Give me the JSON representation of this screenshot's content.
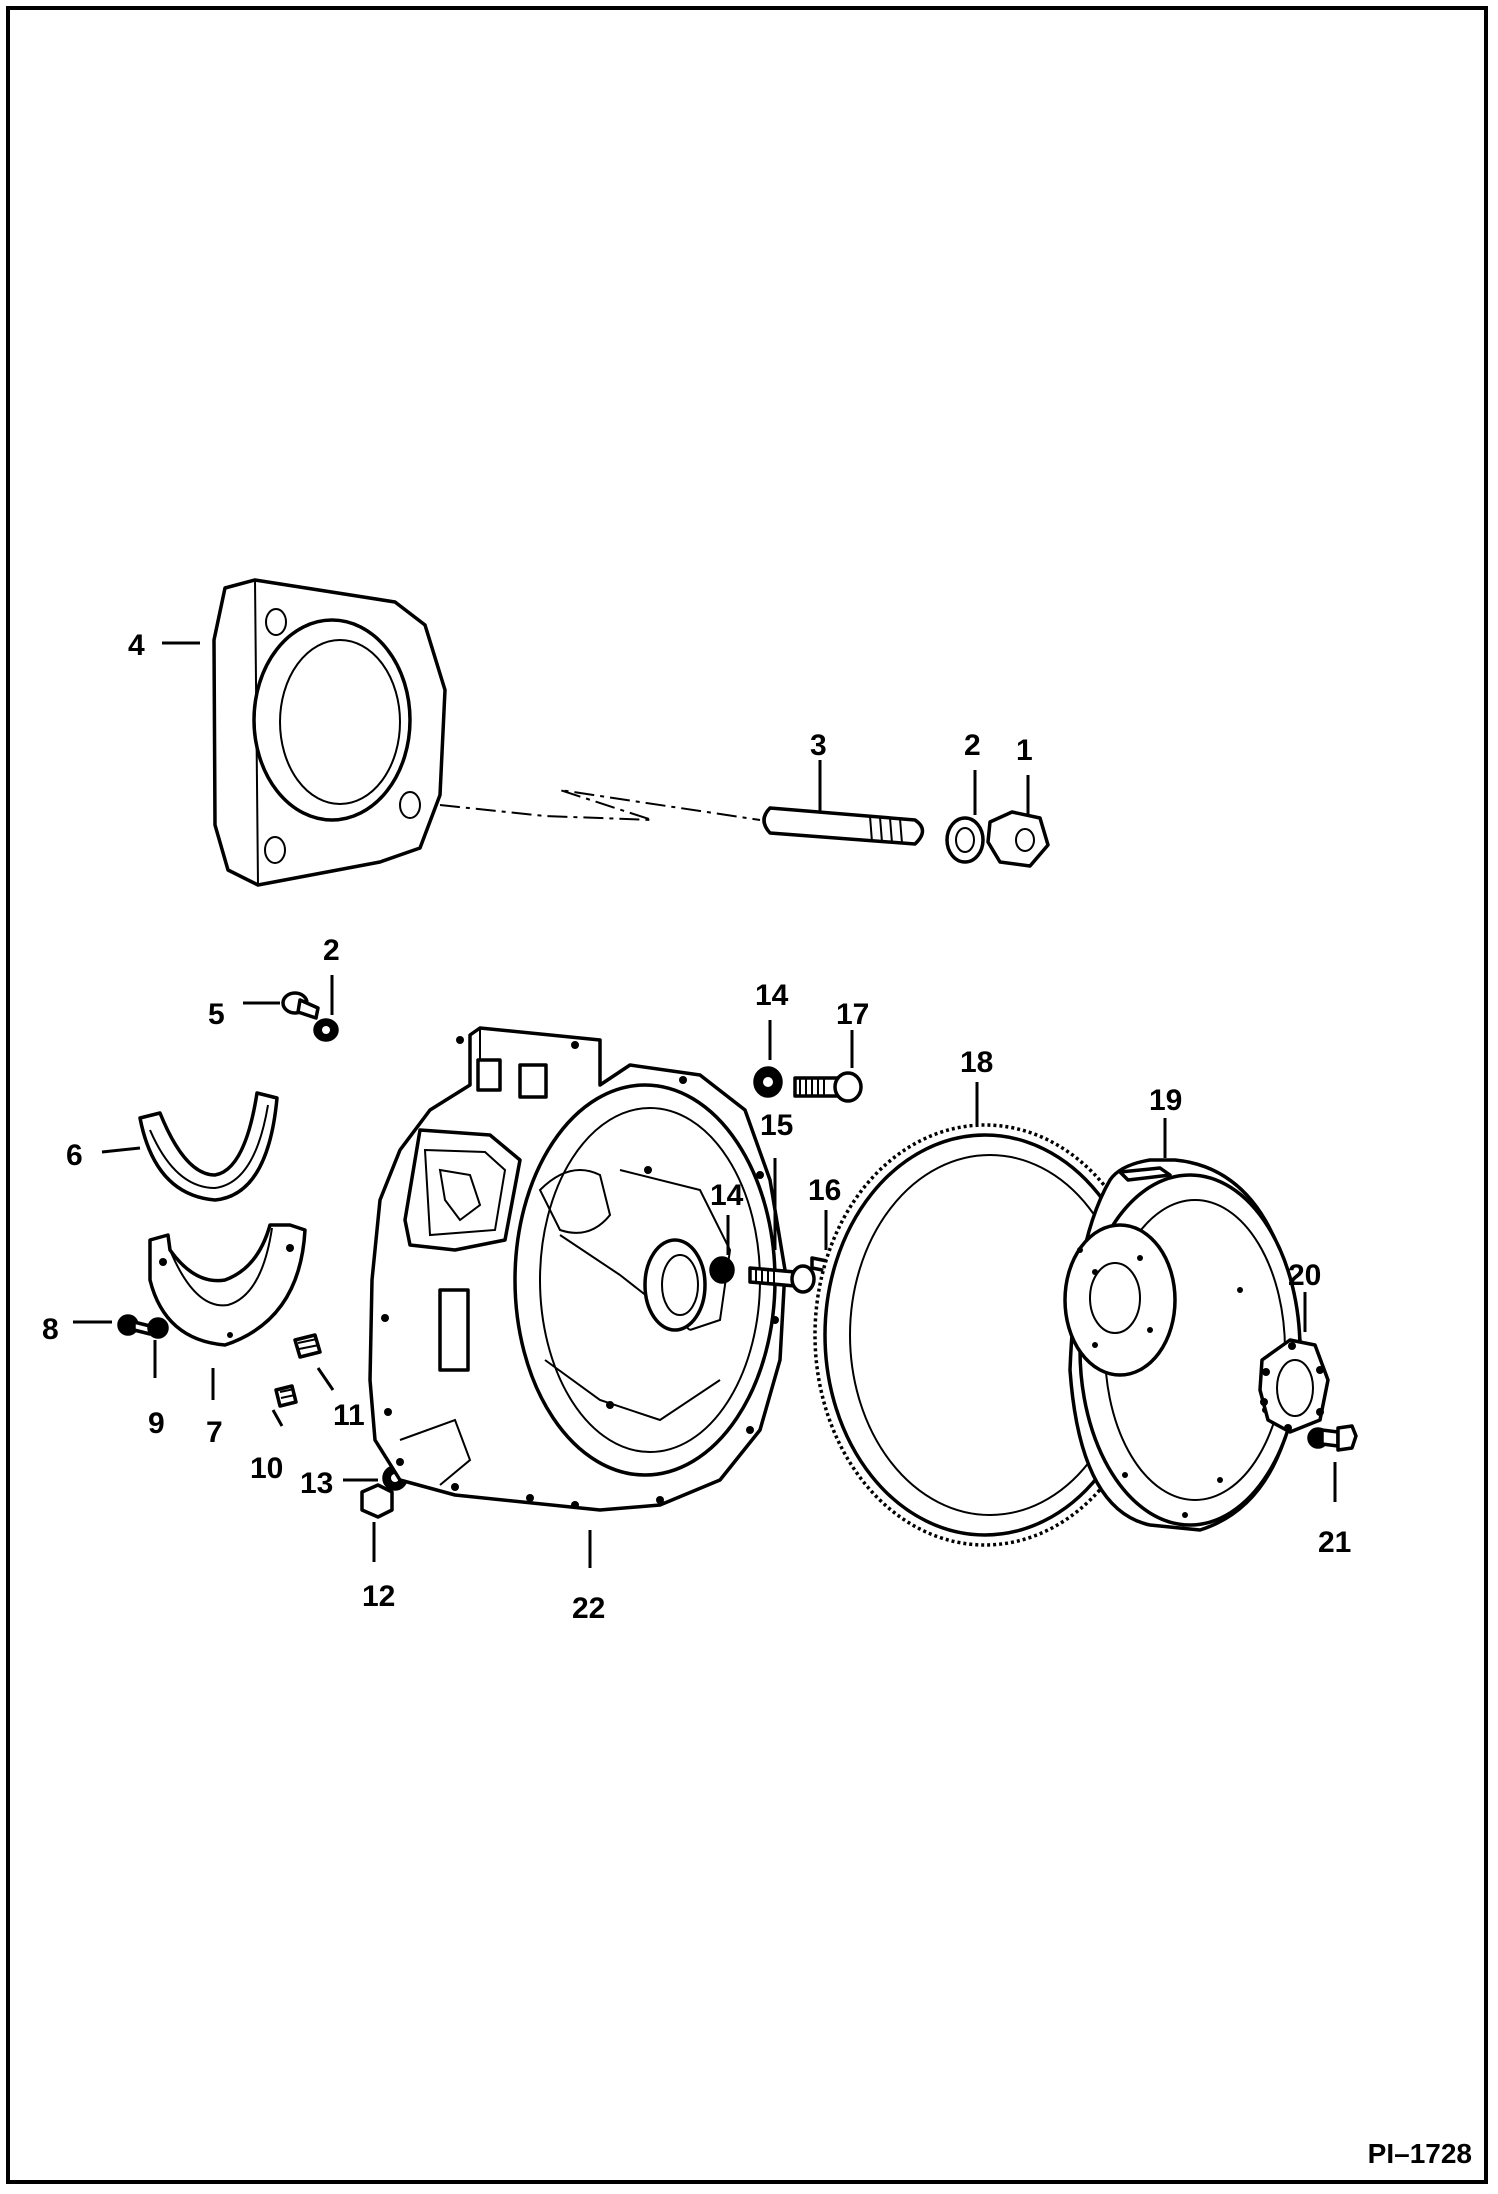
{
  "figure_ref": "PI–1728",
  "callouts": [
    {
      "id": "c1",
      "text": "1"
    },
    {
      "id": "c2a",
      "text": "2"
    },
    {
      "id": "c3",
      "text": "3"
    },
    {
      "id": "c4",
      "text": "4"
    },
    {
      "id": "c2b",
      "text": "2"
    },
    {
      "id": "c5",
      "text": "5"
    },
    {
      "id": "c6",
      "text": "6"
    },
    {
      "id": "c7",
      "text": "7"
    },
    {
      "id": "c8",
      "text": "8"
    },
    {
      "id": "c9",
      "text": "9"
    },
    {
      "id": "c10",
      "text": "10"
    },
    {
      "id": "c11",
      "text": "11"
    },
    {
      "id": "c12",
      "text": "12"
    },
    {
      "id": "c13",
      "text": "13"
    },
    {
      "id": "c14a",
      "text": "14"
    },
    {
      "id": "c14b",
      "text": "14"
    },
    {
      "id": "c15",
      "text": "15"
    },
    {
      "id": "c16",
      "text": "16"
    },
    {
      "id": "c17",
      "text": "17"
    },
    {
      "id": "c18",
      "text": "18"
    },
    {
      "id": "c19",
      "text": "19"
    },
    {
      "id": "c20",
      "text": "20"
    },
    {
      "id": "c21",
      "text": "21"
    },
    {
      "id": "c22",
      "text": "22"
    }
  ]
}
